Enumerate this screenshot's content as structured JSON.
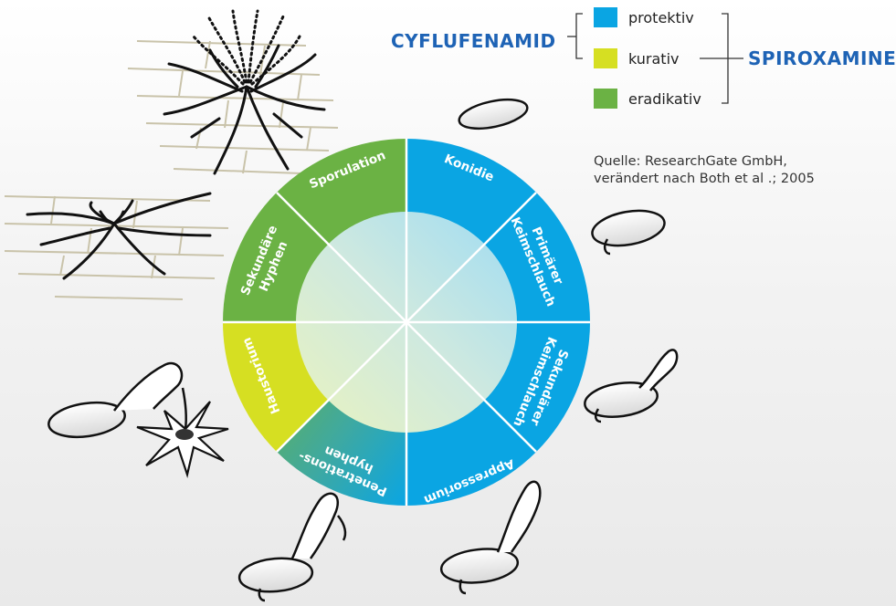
{
  "legend": {
    "items": [
      {
        "label": "protektiv",
        "color": "#0aa5e3"
      },
      {
        "label": "kurativ",
        "color": "#d6df22"
      },
      {
        "label": "eradikativ",
        "color": "#6bb244"
      }
    ],
    "brand_left": "CYFLUFENAMID",
    "brand_right": "SPIROXAMINE",
    "brand_color": "#1e63b5"
  },
  "source": {
    "line1": "Quelle: ResearchGate GmbH,",
    "line2": "verändert nach Both et al .; 2005"
  },
  "cycle": {
    "stages": [
      {
        "id": "konidie",
        "label": "Konidie",
        "color": "#0aa5e3"
      },
      {
        "id": "primaerer-keimschlauch",
        "label": "Primärer Keimschlauch",
        "color": "#0aa5e3"
      },
      {
        "id": "sekundaerer-keimschlauch",
        "label": "Sekundärer Keimschlauch",
        "color": "#0aa5e3"
      },
      {
        "id": "appressorium",
        "label": "Appressorium",
        "color": "#0aa5e3"
      },
      {
        "id": "penetrationshyphen",
        "label": "Penetrations-hyphen",
        "color": "#6bb244"
      },
      {
        "id": "haustorium",
        "label": "Haustorium",
        "color": "#d6df22"
      },
      {
        "id": "sekundaere-hyphen",
        "label": "Sekundäre Hyphen",
        "color": "#6bb244"
      },
      {
        "id": "sporulation",
        "label": "Sporulation",
        "color": "#6bb244"
      }
    ]
  }
}
